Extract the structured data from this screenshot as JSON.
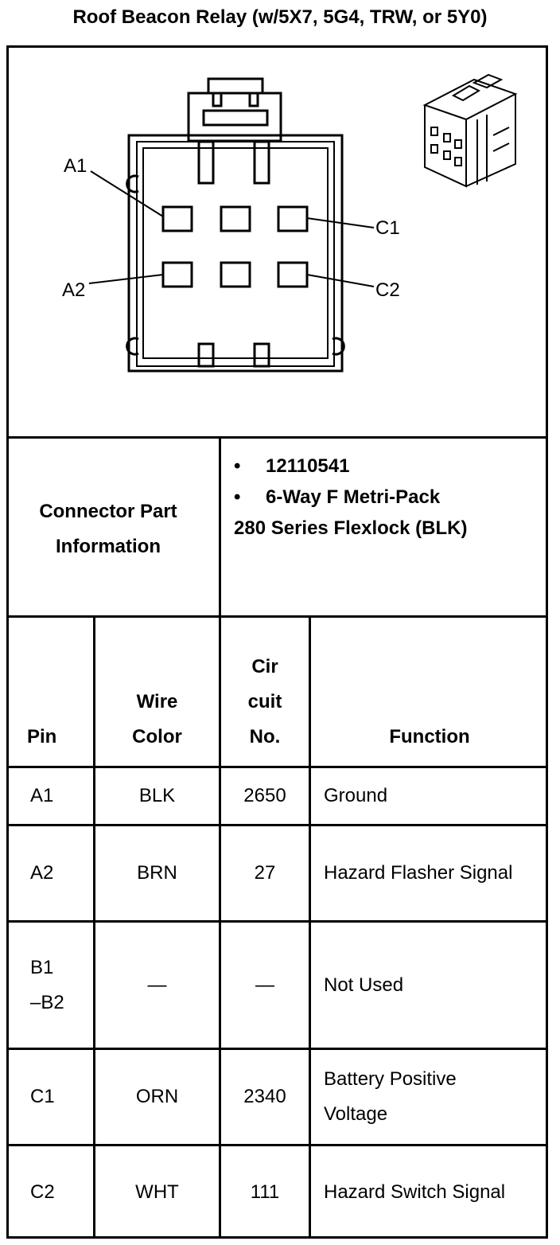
{
  "title": "Roof Beacon Relay (w/5X7, 5G4, TRW, or 5Y0)",
  "diagram": {
    "pin_labels": {
      "a1": "A1",
      "a2": "A2",
      "c1": "C1",
      "c2": "C2"
    }
  },
  "connector_info": {
    "label": "Connector Part Information",
    "items": [
      {
        "bullet": "•",
        "text": "12110541"
      },
      {
        "bullet": "•",
        "text": "6-Way F Metri-Pack"
      }
    ],
    "continuation": "280 Series Flexlock (BLK)"
  },
  "table": {
    "headers": {
      "pin": "Pin",
      "wire_color": "Wire Color",
      "circuit": "Cir cuit No.",
      "function": "Function"
    },
    "rows": [
      {
        "pin": "A1",
        "color": "BLK",
        "circuit": "2650",
        "function": "Ground"
      },
      {
        "pin": "A2",
        "color": "BRN",
        "circuit": "27",
        "function": "Hazard Flasher Signal"
      },
      {
        "pin": "B1 –B2",
        "color": "—",
        "circuit": "—",
        "function": "Not Used"
      },
      {
        "pin": "C1",
        "color": "ORN",
        "circuit": "2340",
        "function": "Battery Positive Voltage"
      },
      {
        "pin": "C2",
        "color": "WHT",
        "circuit": "111",
        "function": "Hazard Switch Signal"
      }
    ]
  }
}
